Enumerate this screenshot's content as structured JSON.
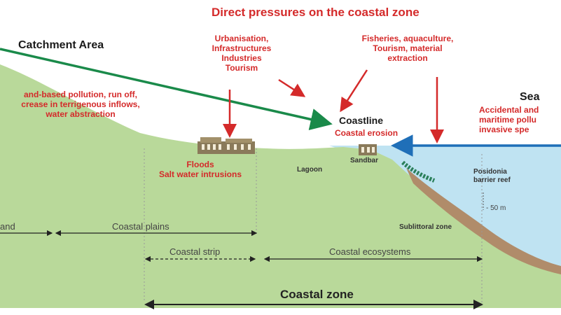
{
  "title": "Direct pressures on the coastal zone",
  "catchment_area": "Catchment Area",
  "land_pressures": [
    "and-based pollution, run off,",
    "crease in terrigenous inflows,",
    "water abstraction"
  ],
  "urban_pressures": [
    "Urbanisation,",
    "Infrastructures",
    "Industries",
    "Tourism"
  ],
  "fishery_pressures": [
    "Fisheries, aquaculture,",
    "Tourism, material",
    "extraction"
  ],
  "sea": "Sea",
  "sea_pressures": [
    "Accidental and",
    "maritime pollu",
    "invasive spe"
  ],
  "coastline": "Coastline",
  "coastal_erosion": "Coastal erosion",
  "floods": [
    "Floods",
    "Salt water intrusions"
  ],
  "lagoon": "Lagoon",
  "sandbar": "Sandbar",
  "posidonia": [
    "Posidonia",
    "barrier reef"
  ],
  "depth": "- 50 m",
  "sublittoral": "Sublittoral zone",
  "hinterland": "and",
  "coastal_plains": "Coastal plains",
  "coastal_strip": "Coastal strip",
  "coastal_ecosystems": "Coastal ecosystems",
  "coastal_zone": "Coastal zone",
  "colors": {
    "land": "#b9d99a",
    "sea": "#bfe3f2",
    "red": "#d42a2a",
    "green_arrow": "#1a8a4a",
    "blue_arrow": "#1f6fb8"
  }
}
